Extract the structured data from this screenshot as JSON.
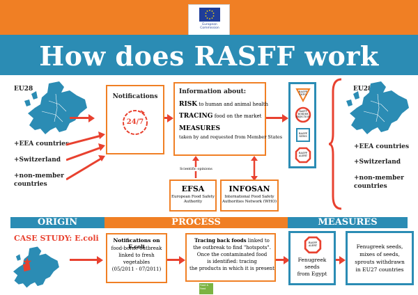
{
  "header": {
    "logo_text": "European\nCommission",
    "title": "How does RASFF work"
  },
  "left": {
    "eu28": "EU28",
    "eea": "+EEA countries",
    "switzerland": "+Switzerland",
    "non_member": "+non-member\ncountries"
  },
  "right": {
    "eu28": "EU28",
    "eea": "+EEA countries",
    "switzerland": "+Switzerland",
    "non_member": "+non-member\ncountries"
  },
  "notifications": {
    "label": "Notifications",
    "clock": "24/7"
  },
  "info": {
    "heading": "Information about:",
    "risk_key": "RISK",
    "risk_text": "to human and animal health",
    "tracing_key": "TRACING",
    "tracing_text": "food on the market",
    "measures_key": "MEASURES",
    "measures_text": "taken by and requested from Member States"
  },
  "scientific_opinions": "Scientific opinions",
  "efsa": {
    "name": "EFSA",
    "full": "European Food Safety\nAuthority"
  },
  "infosan": {
    "name": "INFOSAN",
    "full": "International Food Safety\nAuthorities Network (WHO)"
  },
  "notice_icons": [
    "RASFF\nINFO",
    "RASFF\nBORDER\nREJECTION",
    "RASFF\nNEWS",
    "RASFF\nALERT"
  ],
  "sections": {
    "origin": "ORIGIN",
    "process": "PROCESS",
    "measures": "MEASURES"
  },
  "case_study": {
    "title": "CASE STUDY: E.coli",
    "notif_title": "Notifications on E.coli",
    "notif_text": "food-borne outbreak\nlinked to fresh\nvegetables\n(05/2011 - 07/2011)",
    "trace_title": "Tracing back foods",
    "trace_text": "linked to\nthe outbreak to find \"hotspots\".\nOnce the contaminated food\nis identified: tracing\nthe products in which it is present",
    "alert_icon": "RASFF\nALERT",
    "fenugreek": "Fenugreek\nseeds\nfrom Egypt",
    "withdrawn": "Fenugreek seeds,\nmixes of seeds,\nsprouts withdrawn\nin EU27 countries",
    "footer_badge": "Food &\nFeed"
  },
  "colors": {
    "orange": "#f07f24",
    "blue": "#2b8cb4",
    "red": "#e8412f"
  }
}
